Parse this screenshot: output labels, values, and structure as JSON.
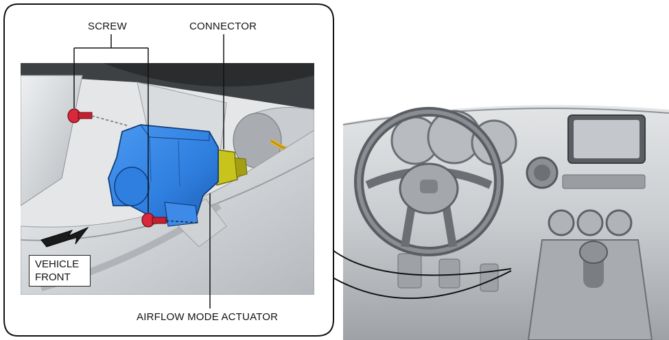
{
  "labels": {
    "screw": "SCREW",
    "connector": "CONNECTOR",
    "airflow_mode_actuator": "AIRFLOW MODE ACTUATOR",
    "vehicle_front_line1": "VEHICLE",
    "vehicle_front_line2": "FRONT"
  },
  "colors": {
    "actuator": "#2f7fe0",
    "connector": "#c9c41c",
    "screw": "#d8283c",
    "harness": "#e0b020"
  }
}
